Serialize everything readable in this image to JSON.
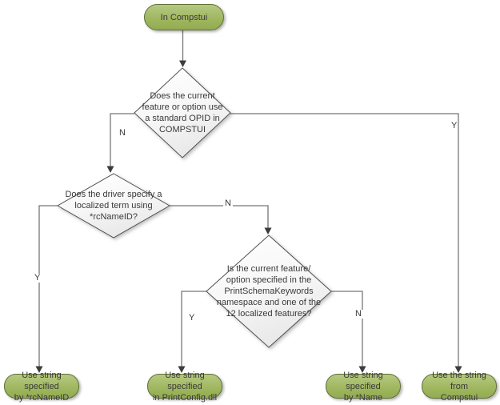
{
  "flowchart": {
    "start": {
      "label": "In Compstui"
    },
    "decisions": {
      "d1": {
        "text": "Does the current\nfeature or option use\na standard OPID in\nCOMPSTUI"
      },
      "d2": {
        "text": "Does the driver specify a\nlocalized term using\n*rcNameID?"
      },
      "d3": {
        "text": "Is the current feature/\noption specified in the\nPrintSchemaKeywords\nnamespace and one of the\n12 localized features?"
      }
    },
    "results": {
      "rcnameid": {
        "text": "Use string specified\nby *rcNameID"
      },
      "printconfig": {
        "text": "Use string specified\nin PrintConfig.dll"
      },
      "name": {
        "text": "Use string specified\nby *Name"
      },
      "compstui": {
        "text": "Use the string from\nCompstui"
      }
    },
    "labels": {
      "d1_no": "N",
      "d1_yes": "Y",
      "d2_yes": "Y",
      "d2_no": "N",
      "d3_yes": "Y",
      "d3_no": "N"
    },
    "colors": {
      "node_green": "#9bbb59",
      "node_border": "#5e6f35",
      "diamond_fill_top": "#ffffff",
      "diamond_fill_bottom": "#e9e9e9",
      "diamond_border": "#4f4f4f",
      "connector": "#767676",
      "arrowhead": "#3c3c3c",
      "text": "#3a3a3a"
    }
  }
}
